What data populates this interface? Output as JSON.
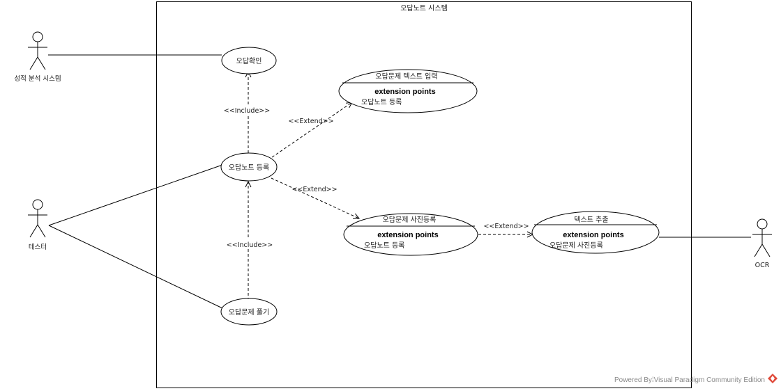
{
  "system": {
    "title": "오답노트 시스템"
  },
  "actors": {
    "grade_system": "성적 분석 시스템",
    "tester": "테스터",
    "ocr": "OCR"
  },
  "use_cases": {
    "check_wrong": "오답확인",
    "register_note": "오답노트 등록",
    "solve_problem": "오답문제 풀기",
    "text_input": {
      "title": "오답문제 텍스트 입력",
      "ext_header": "extension points",
      "ext_point": "오답노트 등록"
    },
    "photo_register": {
      "title": "오답문제 사진등록",
      "ext_header": "extension points",
      "ext_point": "오답노트 등록"
    },
    "text_extract": {
      "title": "텍스트 추출",
      "ext_header": "extension points",
      "ext_point": "오답문제 사진등록"
    }
  },
  "relations": {
    "include_top": "<<Include>>",
    "include_bottom": "<<Include>>",
    "extend_text": "<<Extend>>",
    "extend_photo": "<<Extend>>",
    "extend_extract": "<<Extend>>"
  },
  "watermark": {
    "text": "Powered By⁞Visual Paradigm Community Edition",
    "logo_color": "#e04a3a"
  }
}
